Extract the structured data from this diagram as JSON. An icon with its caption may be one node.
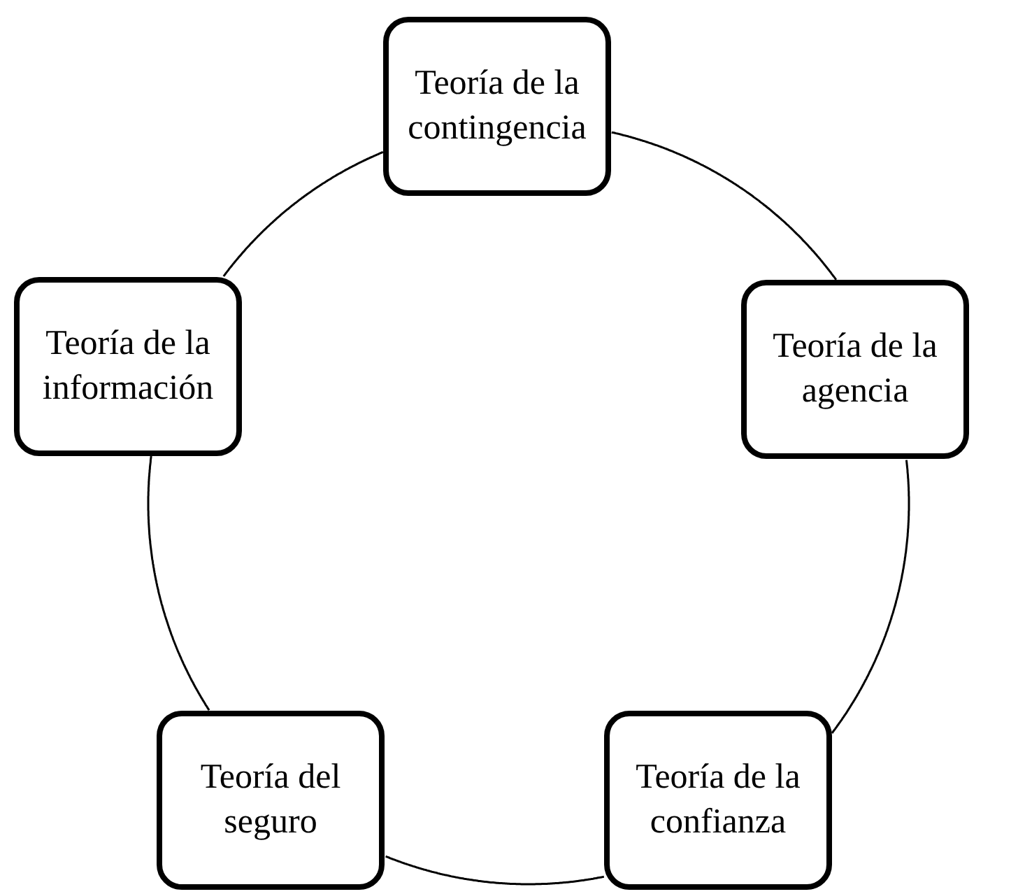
{
  "diagram": {
    "nodes": [
      {
        "text": [
          "Teoría de la contingencia"
        ]
      },
      {
        "text": [
          "Teoría de la información"
        ]
      },
      {
        "text": [
          "Teoría de la agencia"
        ]
      },
      {
        "text": [
          "Teoría del seguro"
        ]
      },
      {
        "text": [
          "Teoría de la confianza"
        ]
      }
    ],
    "edges": [
      {
        "from": 0,
        "to": 2,
        "arrow": "none"
      },
      {
        "from": 2,
        "to": 4,
        "arrow": "none"
      },
      {
        "from": 4,
        "to": 3,
        "arrow": "none"
      },
      {
        "from": 3,
        "to": 1,
        "arrow": "none"
      },
      {
        "from": 1,
        "to": 0,
        "arrow": "none"
      }
    ]
  }
}
